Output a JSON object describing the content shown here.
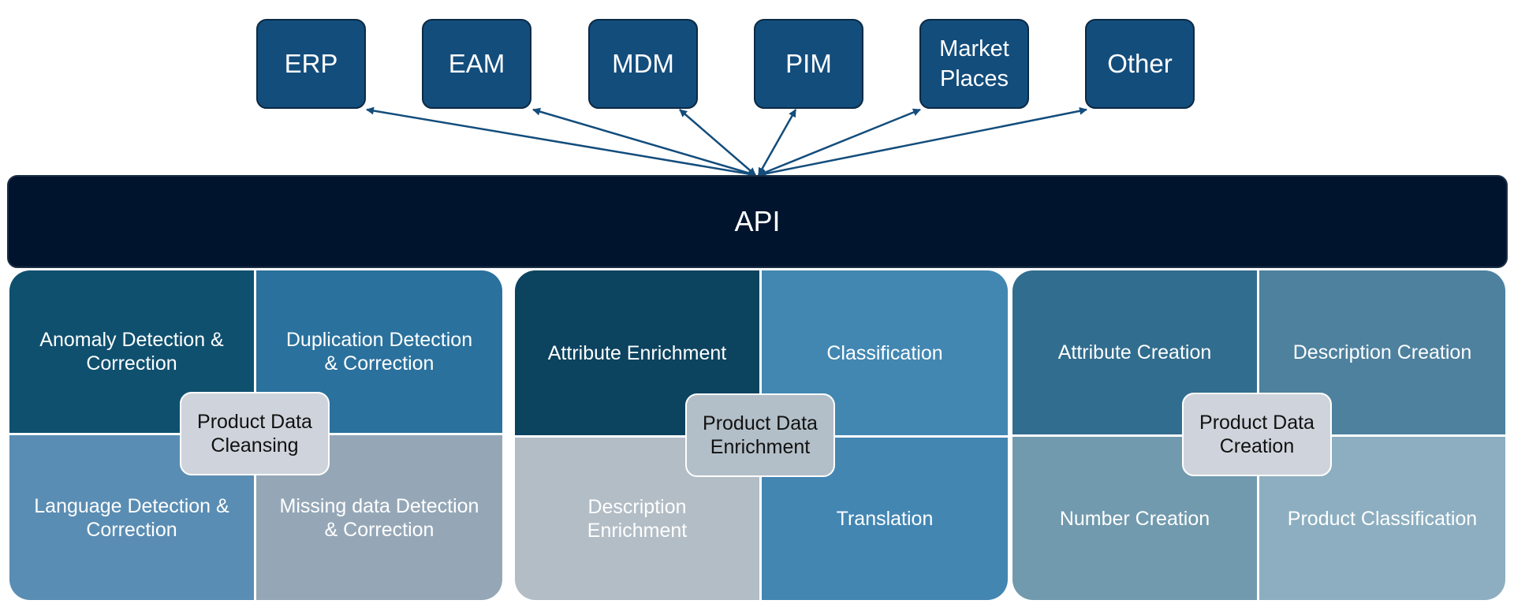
{
  "systems": [
    {
      "label": "ERP"
    },
    {
      "label": "EAM"
    },
    {
      "label": "MDM"
    },
    {
      "label": "PIM"
    },
    {
      "label": "Market\nPlaces"
    },
    {
      "label": "Other"
    }
  ],
  "api": {
    "label": "API"
  },
  "groups": [
    {
      "center": "Product Data\nCleansing",
      "cells": [
        "Anomaly Detection &\nCorrection",
        "Duplication Detection\n& Correction",
        "Language Detection &\nCorrection",
        "Missing data Detection\n& Correction"
      ]
    },
    {
      "center": "Product Data\nEnrichment",
      "cells": [
        "Attribute Enrichment",
        "Classification",
        "Description\nEnrichment",
        "Translation"
      ]
    },
    {
      "center": "Product Data\nCreation",
      "cells": [
        "Attribute Creation",
        "Description Creation",
        "Number Creation",
        "Product Classification"
      ]
    }
  ],
  "colors": {
    "system_box": "#134d7c",
    "api_bar": "#00142e",
    "arrow": "#134d7c",
    "cleansing": [
      "#0f506f",
      "#2a719d",
      "#5a8db3",
      "#95a7b7"
    ],
    "enrichment": [
      "#0c435f",
      "#4287b2",
      "#b2bdc6",
      "#4386b2"
    ],
    "creation": [
      "#316d8e",
      "#4d819e",
      "#719aae",
      "#8caec0"
    ],
    "center_cleansing": "#cfd4dc",
    "center_enrichment": "#b3bfc8",
    "center_creation": "#cfd4dc"
  }
}
